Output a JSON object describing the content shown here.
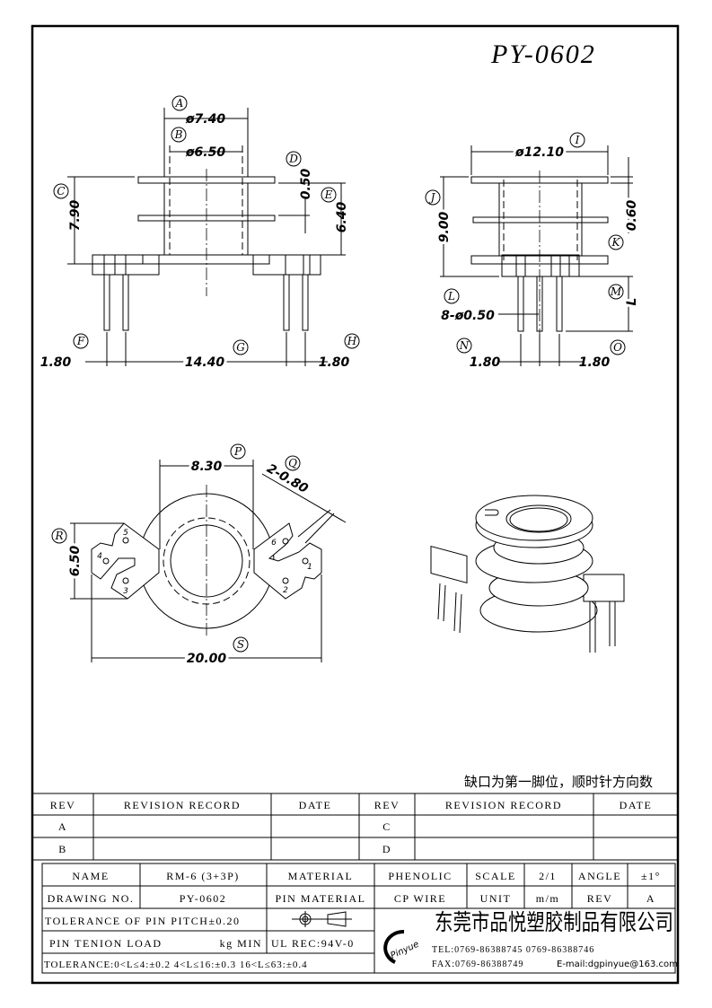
{
  "title": "PY-0602",
  "views": {
    "front": {
      "labels": [
        "A",
        "B",
        "C",
        "D",
        "E",
        "F",
        "G",
        "H"
      ],
      "dims": {
        "A": "ø7.40",
        "B": "ø6.50",
        "C": "7.90",
        "D": "0.50",
        "E": "6.40",
        "F": "1.80",
        "G": "14.40",
        "H": "1.80"
      }
    },
    "side": {
      "labels": [
        "I",
        "J",
        "K",
        "L",
        "M",
        "N",
        "O"
      ],
      "dims": {
        "I": "ø12.10",
        "J": "9.00",
        "K": "0.60",
        "L": "8-ø0.50",
        "M": "L",
        "N": "1.80",
        "O": "1.80"
      }
    },
    "bottom": {
      "labels": [
        "P",
        "Q",
        "R",
        "S"
      ],
      "dims": {
        "P": "8.30",
        "Q": "2-0.80",
        "R": "6.50",
        "S": "20.00"
      },
      "pins": [
        "1",
        "2",
        "3",
        "4",
        "5",
        "6"
      ]
    }
  },
  "note": "缺口为第一脚位，顺时针方向数",
  "revision_table": {
    "headers": [
      "REV",
      "REVISION RECORD",
      "DATE",
      "REV",
      "REVISION RECORD",
      "DATE"
    ],
    "rows": [
      [
        "A",
        "",
        "",
        "C",
        "",
        ""
      ],
      [
        "B",
        "",
        "",
        "D",
        "",
        ""
      ]
    ]
  },
  "title_block": {
    "name_label": "NAME",
    "name_value": "RM-6 (3+3P)",
    "material_label": "MATERIAL",
    "material_value": "PHENOLIC",
    "scale_label": "SCALE",
    "scale_value": "2/1",
    "angle_label": "ANGLE",
    "angle_value": "±1°",
    "drawing_no_label": "DRAWING NO.",
    "drawing_no_value": "PY-0602",
    "pin_material_label": "PIN MATERIAL",
    "pin_material_value": "CP WIRE",
    "unit_label": "UNIT",
    "unit_value": "m/m",
    "rev_label": "REV",
    "rev_value": "A",
    "pin_pitch_tolerance": "TOLERANCE OF PIN PITCH±0.20",
    "pin_tension_label": "PIN TENION LOAD",
    "pin_tension_unit": "kg MIN",
    "ul_rec": "UL REC:94V-0",
    "tolerance": "TOLERANCE:0<L≤4:±0.2  4<L≤16:±0.3  16<L≤63:±0.4",
    "logo_text": "Pinyue",
    "company": "东莞市品悦塑胶制品有限公司",
    "tel": "TEL:0769-86388745   0769-86388746",
    "fax": "FAX:0769-86388749",
    "email": "E-mail:dgpinyue@163.com"
  }
}
